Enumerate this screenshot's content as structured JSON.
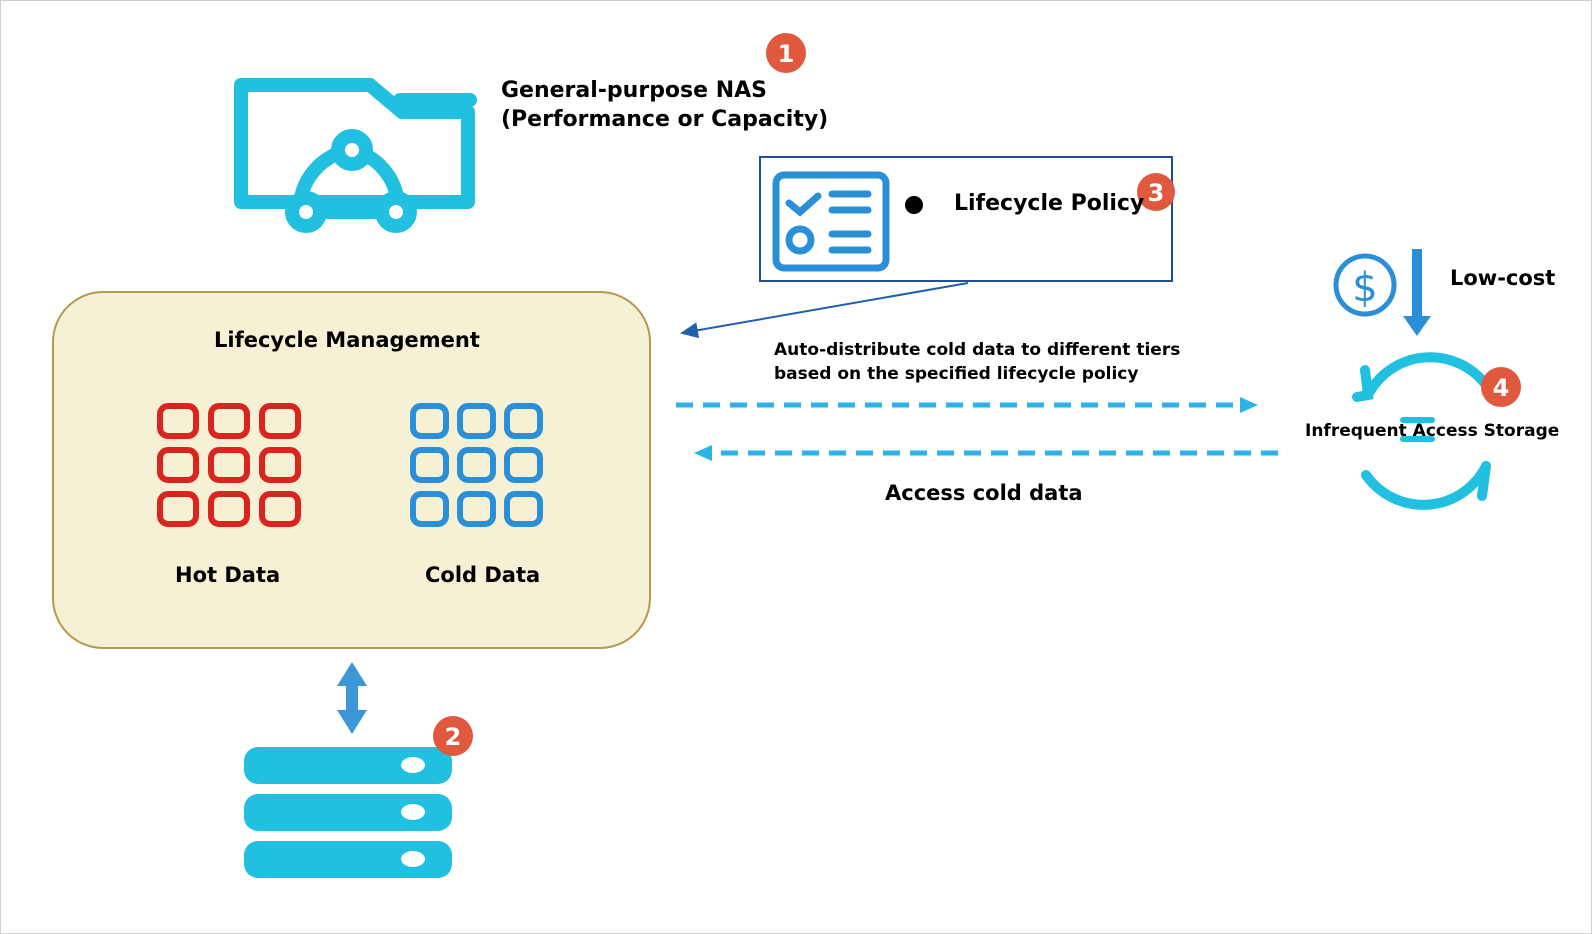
{
  "nas": {
    "title_line1": "General-purpose NAS",
    "title_line2": "(Performance or Capacity)"
  },
  "policy": {
    "label": "Lifecycle Policy"
  },
  "lifecycle": {
    "title": "Lifecycle Management",
    "hot_label": "Hot Data",
    "cold_label": "Cold Data"
  },
  "arrows": {
    "distribute_line1": "Auto-distribute cold data to different tiers",
    "distribute_line2": "based on the specified lifecycle policy",
    "access_label": "Access cold data"
  },
  "ia": {
    "label": "Infrequent Access Storage",
    "cost_label": "Low-cost",
    "currency_symbol": "$"
  },
  "badges": {
    "b1": "1",
    "b2": "2",
    "b3": "3",
    "b4": "4"
  },
  "colors": {
    "cyan": "#22c0e0",
    "blue": "#2a8fd6",
    "red": "#d9251d",
    "badge": "#e0593e",
    "panel_fill": "#f6f0d4",
    "panel_border": "#b39a4e",
    "policy_border": "#1f4f9c"
  }
}
